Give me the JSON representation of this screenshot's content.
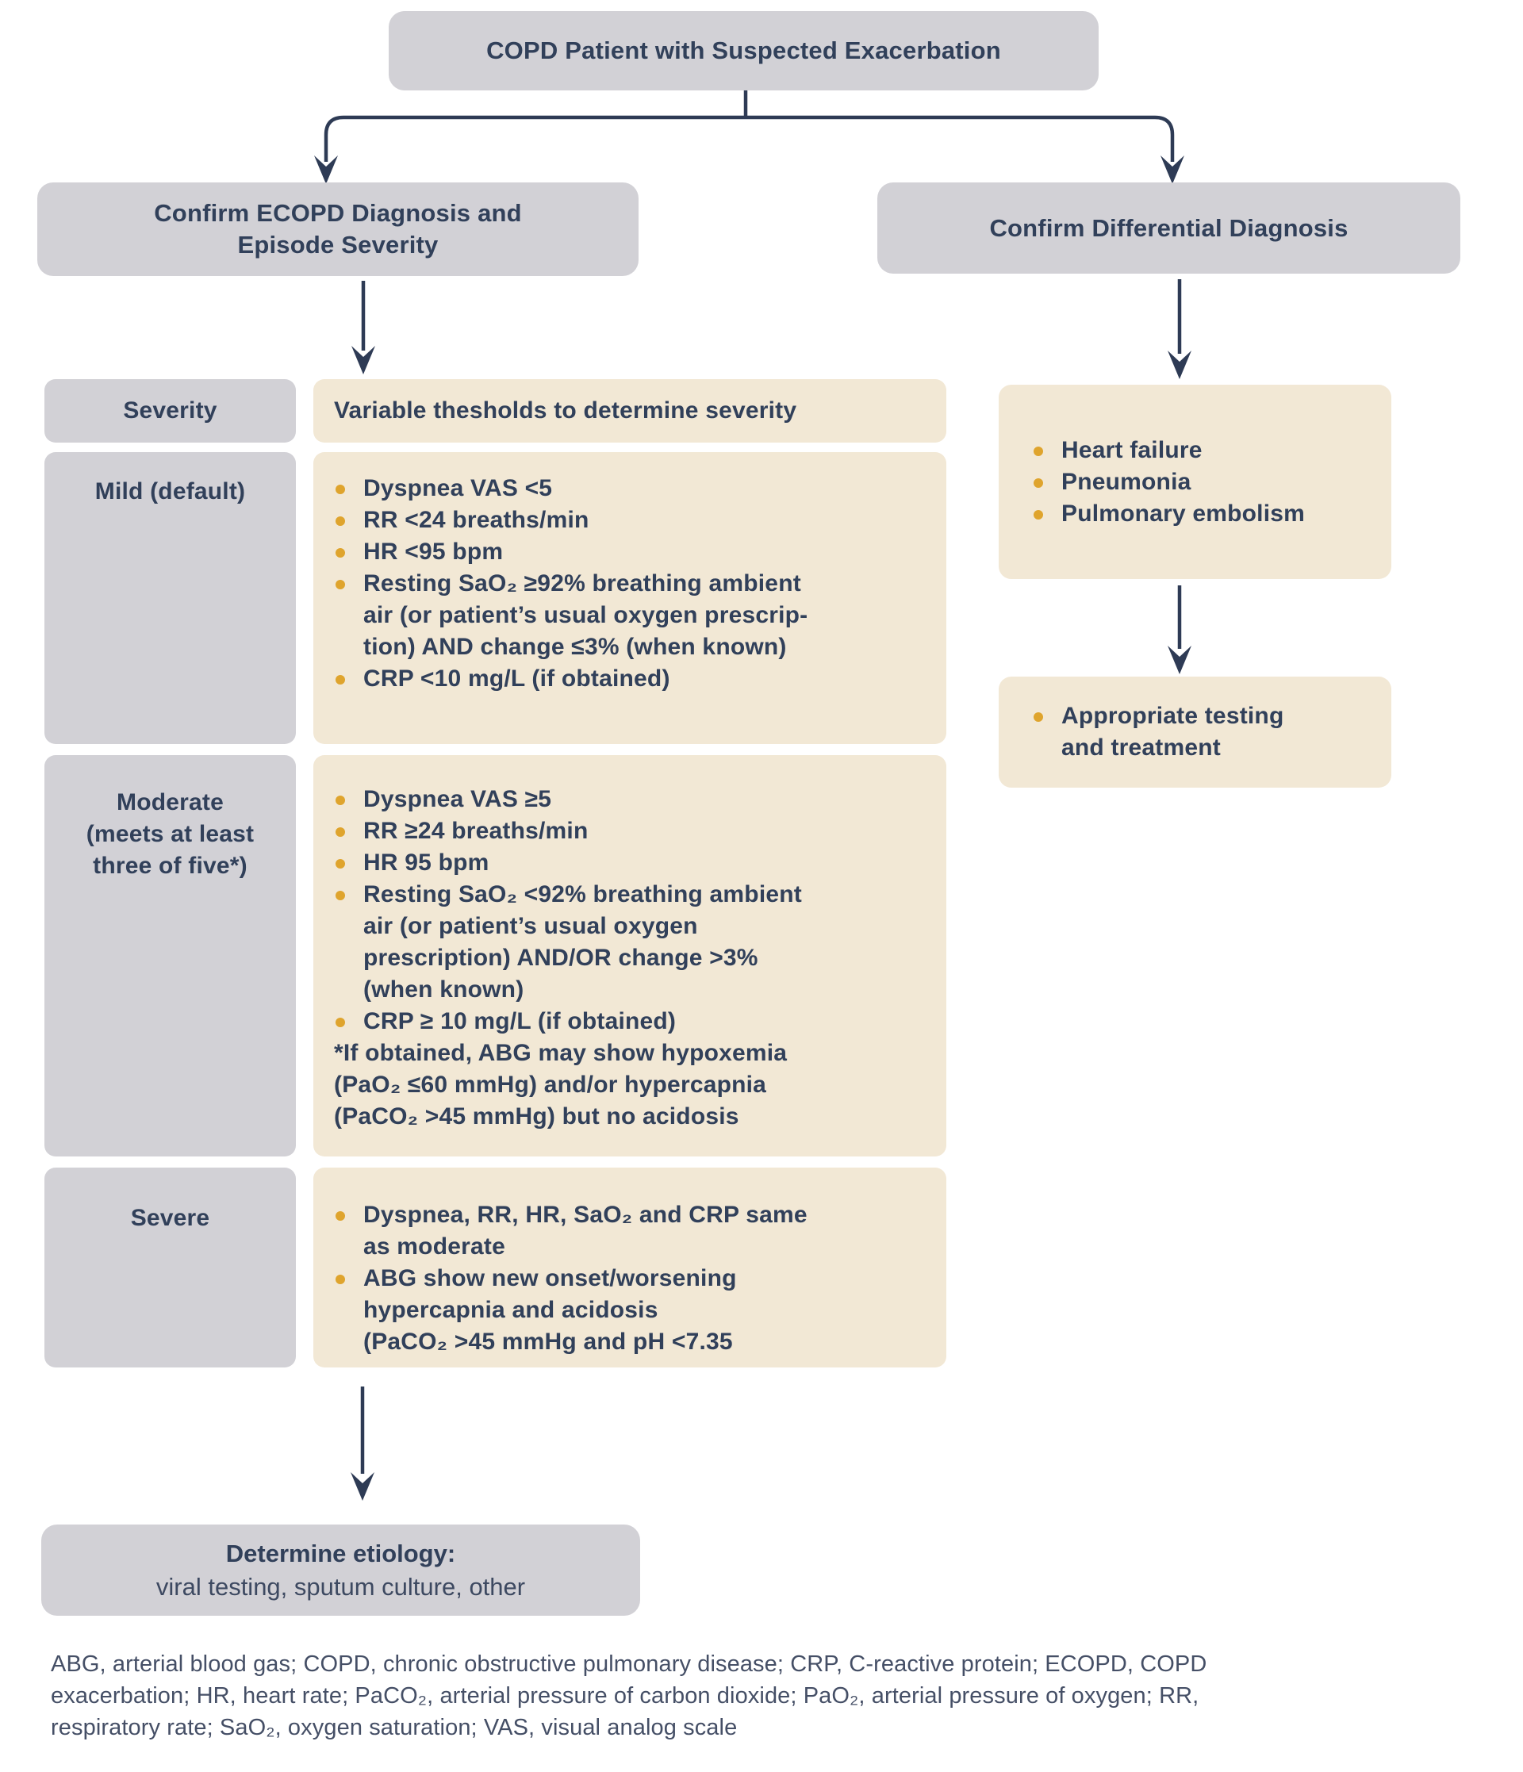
{
  "flowchart": {
    "root": {
      "label": "COPD Patient with Suspected Exacerbation"
    },
    "left_branch": {
      "label": "Confirm ECOPD Diagnosis and\nEpisode Severity"
    },
    "right_branch": {
      "label": "Confirm Differential Diagnosis"
    },
    "severity_table": {
      "header": {
        "severity_col": "Severity",
        "thresholds_col": "Variable thesholds to determine severity"
      },
      "rows": [
        {
          "severity": "Mild (default)",
          "bullets": [
            "Dyspnea VAS <5",
            "RR <24 breaths/min",
            "HR <95 bpm",
            "Resting SaO₂ ≥92% breathing ambient\nair (or patient’s usual oxygen prescrip-\ntion) AND change ≤3% (when known)",
            "CRP <10 mg/L (if obtained)"
          ]
        },
        {
          "severity": "Moderate\n(meets at least\nthree of five*)",
          "bullets": [
            "Dyspnea VAS ≥5",
            "RR ≥24 breaths/min",
            "HR 95 bpm",
            "Resting SaO₂ <92% breathing ambient\nair (or patient’s usual oxygen\nprescription) AND/OR change >3%\n(when known)",
            "CRP ≥ 10 mg/L (if obtained)"
          ],
          "footnote": "*If obtained, ABG may show hypoxemia\n(PaO₂ ≤60 mmHg) and/or hypercapnia\n(PaCO₂ >45 mmHg) but no acidosis"
        },
        {
          "severity": "Severe",
          "bullets": [
            "Dyspnea, RR, HR, SaO₂ and CRP same\nas moderate",
            "ABG show new onset/worsening\nhypercapnia and acidosis\n(PaCO₂ >45 mmHg and pH <7.35"
          ]
        }
      ]
    },
    "differential_box": {
      "bullets": [
        "Heart failure",
        "Pneumonia",
        "Pulmonary embolism"
      ]
    },
    "testing_box": {
      "bullets": [
        "Appropriate testing\nand treatment"
      ]
    },
    "etiology_box": {
      "title": "Determine etiology:",
      "subtitle": "viral testing, sputum culture, other"
    }
  },
  "footnote": "ABG, arterial blood gas; COPD, chronic obstructive pulmonary disease; CRP, C-reactive protein; ECOPD, COPD\nexacerbation; HR, heart rate; PaCO₂, arterial pressure of carbon dioxide; PaO₂, arterial pressure of oxygen; RR,\nrespiratory rate; SaO₂, oxygen saturation; VAS, visual analog scale",
  "colors": {
    "gray_box": "#d2d1d6",
    "cream_box": "#f2e8d5",
    "navy_text": "#31405a",
    "gold_bullet": "#dfa42d",
    "arrow": "#2e3b55"
  }
}
